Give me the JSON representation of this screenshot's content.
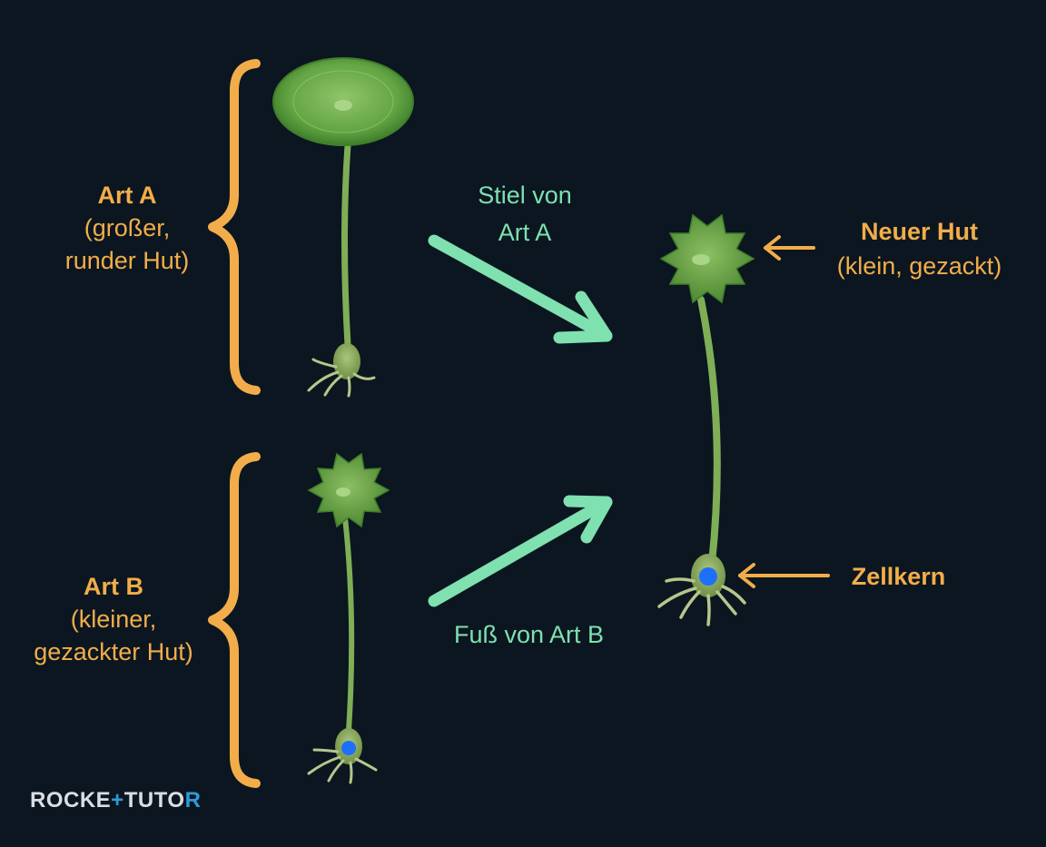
{
  "species_a": {
    "title": "Art A",
    "desc_line1": "(großer,",
    "desc_line2": "runder Hut)"
  },
  "species_b": {
    "title": "Art B",
    "desc_line1": "(kleiner,",
    "desc_line2": "gezackter Hut)"
  },
  "arrow_top_label": {
    "line1": "Stiel von",
    "line2": "Art A"
  },
  "arrow_bottom_label": "Fuß von Art B",
  "new_cap": {
    "title": "Neuer Hut",
    "desc": "(klein, gezackt)"
  },
  "nucleus_label": "Zellkern",
  "logo": {
    "part1": "ROCKE",
    "mid": "+",
    "part2": "TUTO",
    "end": "R"
  },
  "colors": {
    "background": "#0b1620",
    "label_orange": "#f2ad4a",
    "arrow_teal": "#7fe0b0",
    "algae_green": "#6fa84c",
    "nucleus_blue": "#1f6fff"
  }
}
